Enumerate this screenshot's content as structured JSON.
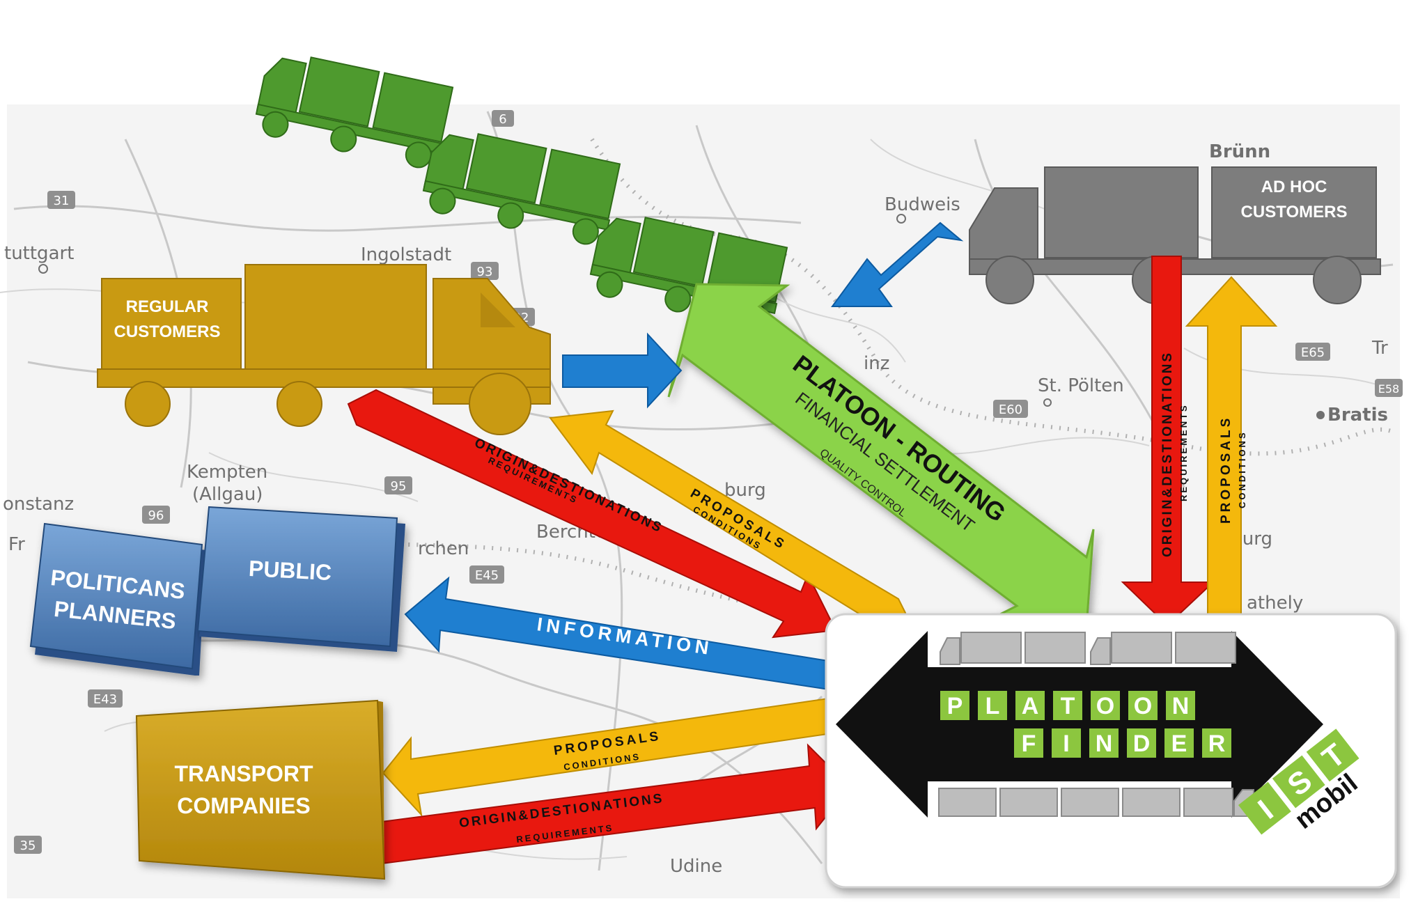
{
  "map_labels": {
    "stuttgart": "tuttgart",
    "ingolstadt": "Ingolstadt",
    "budweis": "Budweis",
    "bruenn": "Brünn",
    "st_poelten": "St. Pölten",
    "bratislava": "Bratis",
    "kempten": "Kempten",
    "allgau": "(Allgau)",
    "konstanz": "onstanz",
    "udine": "Udine",
    "linz": "inz",
    "burg": "burg",
    "berchtes": "Berchte",
    "rchen": "rchen",
    "fr": "Fr",
    "lorg": "lburg",
    "tr": "Tr",
    "bathely": "athely",
    "road_31": "31",
    "road_93": "93",
    "road_92": "92",
    "road_95": "95",
    "road_96": "96",
    "road_6": "6",
    "road_e45": "E45",
    "road_e43": "E43",
    "road_e60": "E60",
    "road_e65": "E65",
    "road_35": "35",
    "road_e58": "E58"
  },
  "nodes": {
    "regular_customers": [
      "REGULAR",
      "CUSTOMERS"
    ],
    "ad_hoc_customers": [
      "AD HOC",
      "CUSTOMERS"
    ],
    "politicans_planners": [
      "POLITICANS",
      "PLANNERS"
    ],
    "public": "PUBLIC",
    "transport_companies": [
      "TRANSPORT",
      "COMPANIES"
    ]
  },
  "arrows": {
    "platoon_routing": "PLATOON - ROUTING",
    "financial_settlement": "FINANCIAL SETTLEMENT",
    "quality_control": "QUALITY CONTROL",
    "information": "INFORMATION",
    "proposals": "PROPOSALS",
    "conditions": "CONDITIONS",
    "origin_destinations": "ORIGIN&DESTIONATIONS",
    "requirements": "REQUIREMENTS"
  },
  "platoon_finder": {
    "word1": [
      "P",
      "L",
      "A",
      "T",
      "O",
      "O",
      "N"
    ],
    "word2": [
      "F",
      "I",
      "N",
      "D",
      "E",
      "R"
    ],
    "logo_letters": [
      "I",
      "S",
      "T"
    ],
    "logo_sub": "mobil"
  },
  "colors": {
    "green_truck": "#4e9a2e",
    "gold_truck": "#c99a12",
    "grey_truck": "#7d7d7d",
    "blue_arrow": "#1f7fd0",
    "red_arrow": "#e8180f",
    "yellow_arrow": "#f4b80c",
    "lightgreen_arrow": "#8bd34a",
    "blue_box": "#4f7fb8",
    "gold_box": "#c99a12",
    "platoon_green": "#8cc63f"
  }
}
